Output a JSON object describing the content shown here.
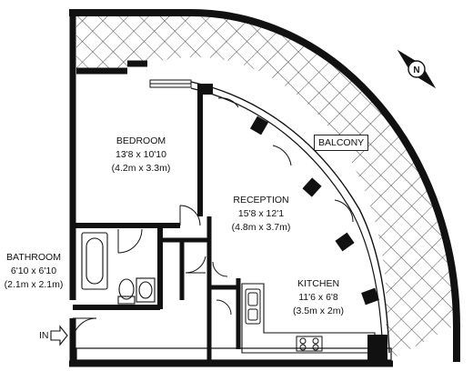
{
  "rooms": {
    "bedroom": {
      "name": "BEDROOM",
      "imperial": "13'8 x 10'10",
      "metric": "(4.2m x 3.3m)"
    },
    "reception": {
      "name": "RECEPTION",
      "imperial": "15'8 x 12'1",
      "metric": "(4.8m x 3.7m)"
    },
    "kitchen": {
      "name": "KITCHEN",
      "imperial": "11'6 x 6'8",
      "metric": "(3.5m x 2m)"
    },
    "bathroom": {
      "name": "BATHROOM",
      "imperial": "6'10 x 6'10",
      "metric": "(2.1m x 2.1m)"
    }
  },
  "balcony": {
    "label": "BALCONY"
  },
  "entrance": {
    "label": "IN"
  },
  "compass": {
    "letter": "N"
  },
  "colors": {
    "wall": "#111111",
    "hatch": "#222222",
    "background": "#ffffff"
  },
  "icons": [
    "compass-icon",
    "entrance-arrow-icon",
    "bathtub-icon",
    "toilet-icon",
    "washbasin-icon",
    "kitchen-sink-icon",
    "hob-icon"
  ]
}
